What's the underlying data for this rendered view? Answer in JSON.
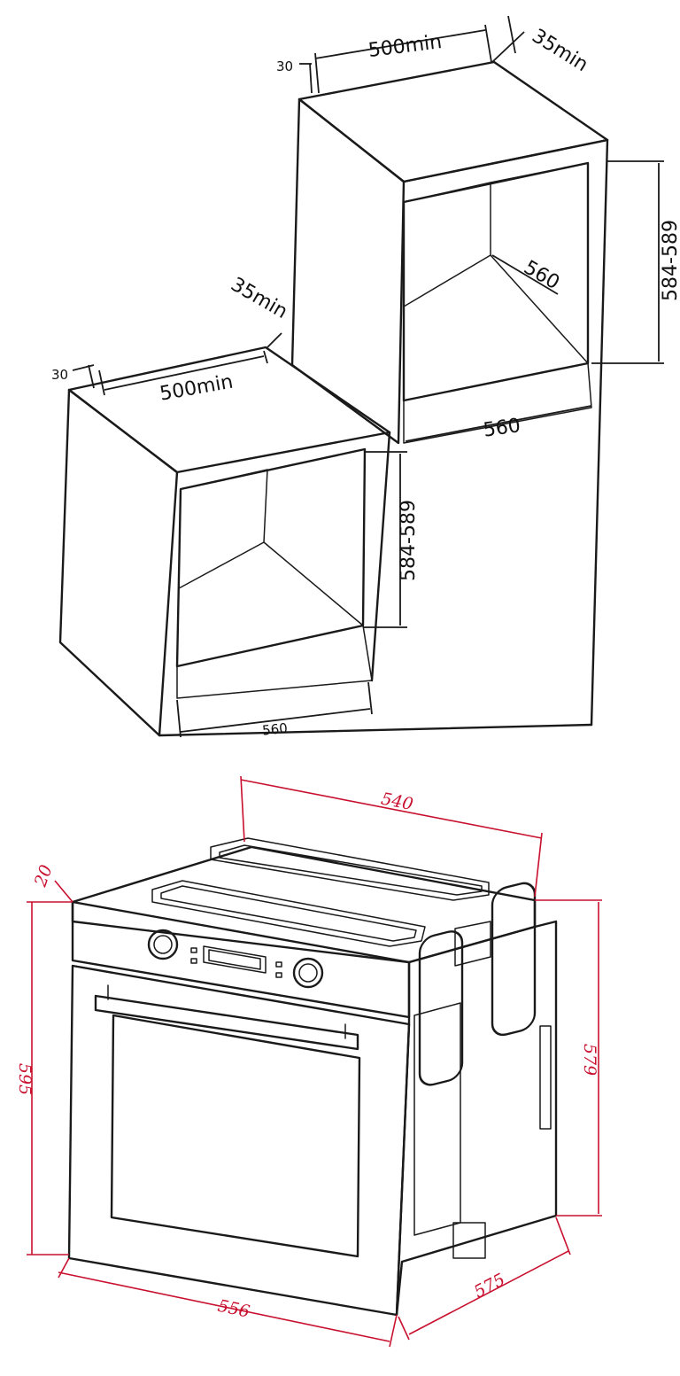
{
  "colors": {
    "line": "#1a1a1a",
    "oven_dimension": "#c8102e",
    "background": "#ffffff"
  },
  "tall_cabinet": {
    "depth_gap": "30",
    "min_depth": "500min",
    "rear_gap": "35min",
    "niche_height": "584-589",
    "niche_depth": "560",
    "niche_width": "560"
  },
  "base_cabinet": {
    "depth_gap": "30",
    "min_depth": "500min",
    "rear_gap": "35min",
    "niche_height": "584-589",
    "niche_width": "560"
  },
  "oven": {
    "top_depth": "540",
    "front_panel_offset": "20",
    "total_height": "595",
    "body_height": "579",
    "width": "556",
    "body_depth": "575"
  }
}
